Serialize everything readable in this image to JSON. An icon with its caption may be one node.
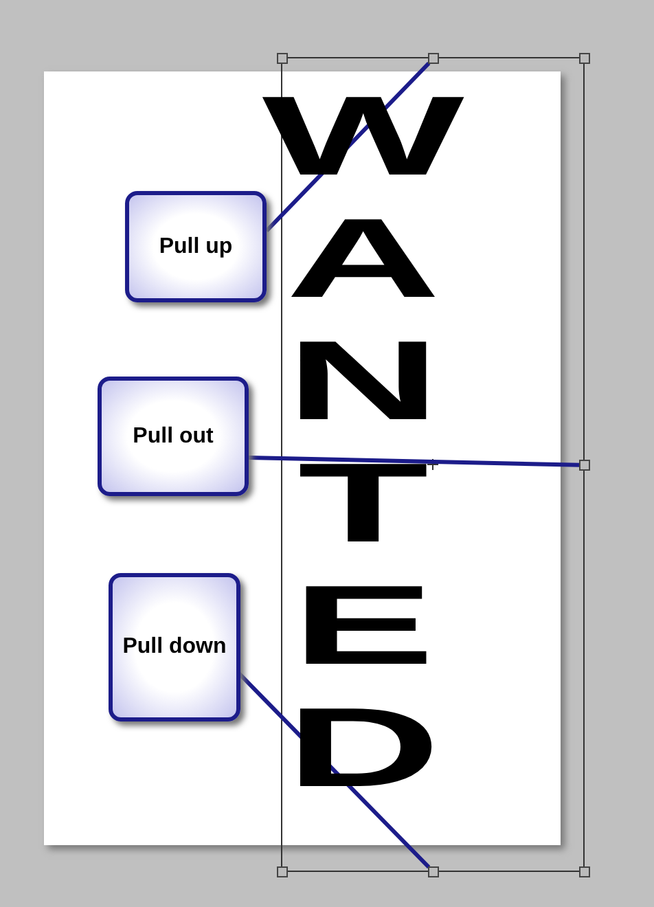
{
  "diagram": {
    "nodes": [
      {
        "text": [
          "Pull up"
        ]
      },
      {
        "text": [
          "Pull out"
        ]
      },
      {
        "text": [
          "Pull down"
        ]
      },
      {
        "text": [],
        "shape": "box"
      },
      {
        "text": [],
        "shape": "box"
      },
      {
        "text": [],
        "shape": "box"
      }
    ],
    "edges": [
      {
        "from": 0,
        "to": 3,
        "arrow": "none"
      },
      {
        "from": 1,
        "to": 4,
        "arrow": "none"
      },
      {
        "from": 2,
        "to": 5,
        "arrow": "none"
      }
    ],
    "labels": [
      "WANTED"
    ]
  }
}
